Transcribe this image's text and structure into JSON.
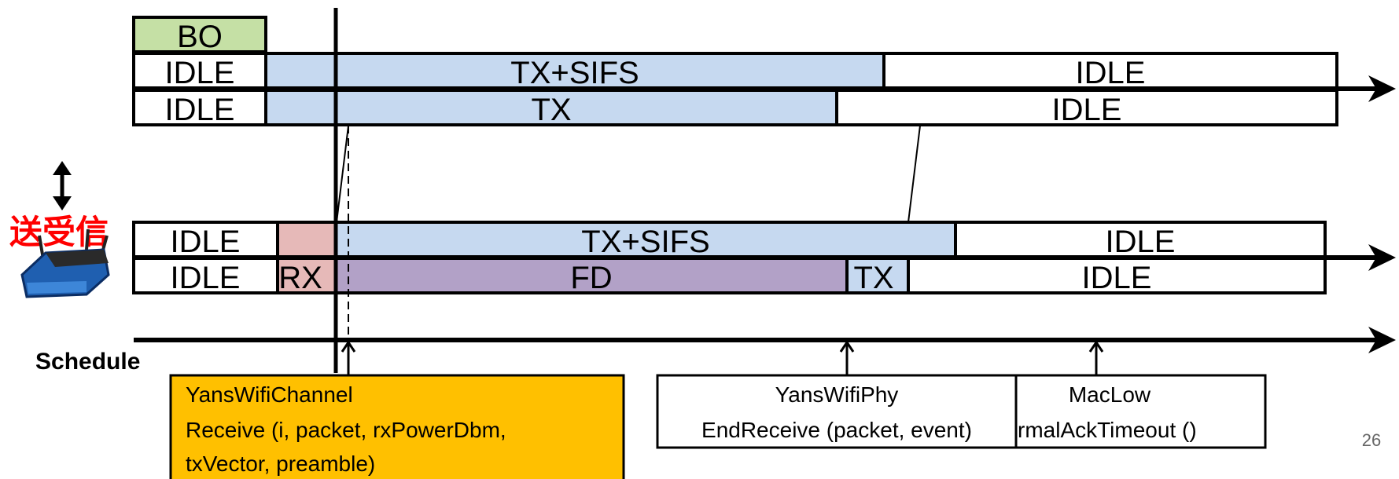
{
  "colors": {
    "bo": "#c5e0a5",
    "tx": "#c6d9f0",
    "rx": "#e6b9b8",
    "fd": "#b2a1c7",
    "idle": "#ffffff",
    "event_highlight": "#ffc000",
    "red_label": "#ff0000"
  },
  "top_node": {
    "bo_label": "BO",
    "row1": {
      "idle_left": "IDLE",
      "tx_sifs": "TX+SIFS",
      "idle_right": "IDLE"
    },
    "row2": {
      "idle_left": "IDLE",
      "tx": "TX",
      "idle_right": "IDLE"
    }
  },
  "bottom_node": {
    "side_label": "送受信",
    "icon": "wifi-router-icon",
    "row1": {
      "idle_left": "IDLE",
      "tx_sifs": "TX+SIFS",
      "idle_right": "IDLE"
    },
    "row2": {
      "idle_left": "IDLE",
      "rx": "RX",
      "fd": "FD",
      "tx": "TX",
      "idle_right": "IDLE"
    }
  },
  "schedule_label": "Schedule",
  "events": {
    "channel": {
      "line1": "YansWifiChannel",
      "line2": "Receive (i, packet, rxPowerDbm,",
      "line3": "txVector, preamble)"
    },
    "phy": {
      "line1": "YansWifiPhy",
      "line2": "EndReceive (packet, event)"
    },
    "mac": {
      "line1": "MacLow",
      "line2": "rmalAckTimeout ()"
    }
  },
  "page_number": "26"
}
